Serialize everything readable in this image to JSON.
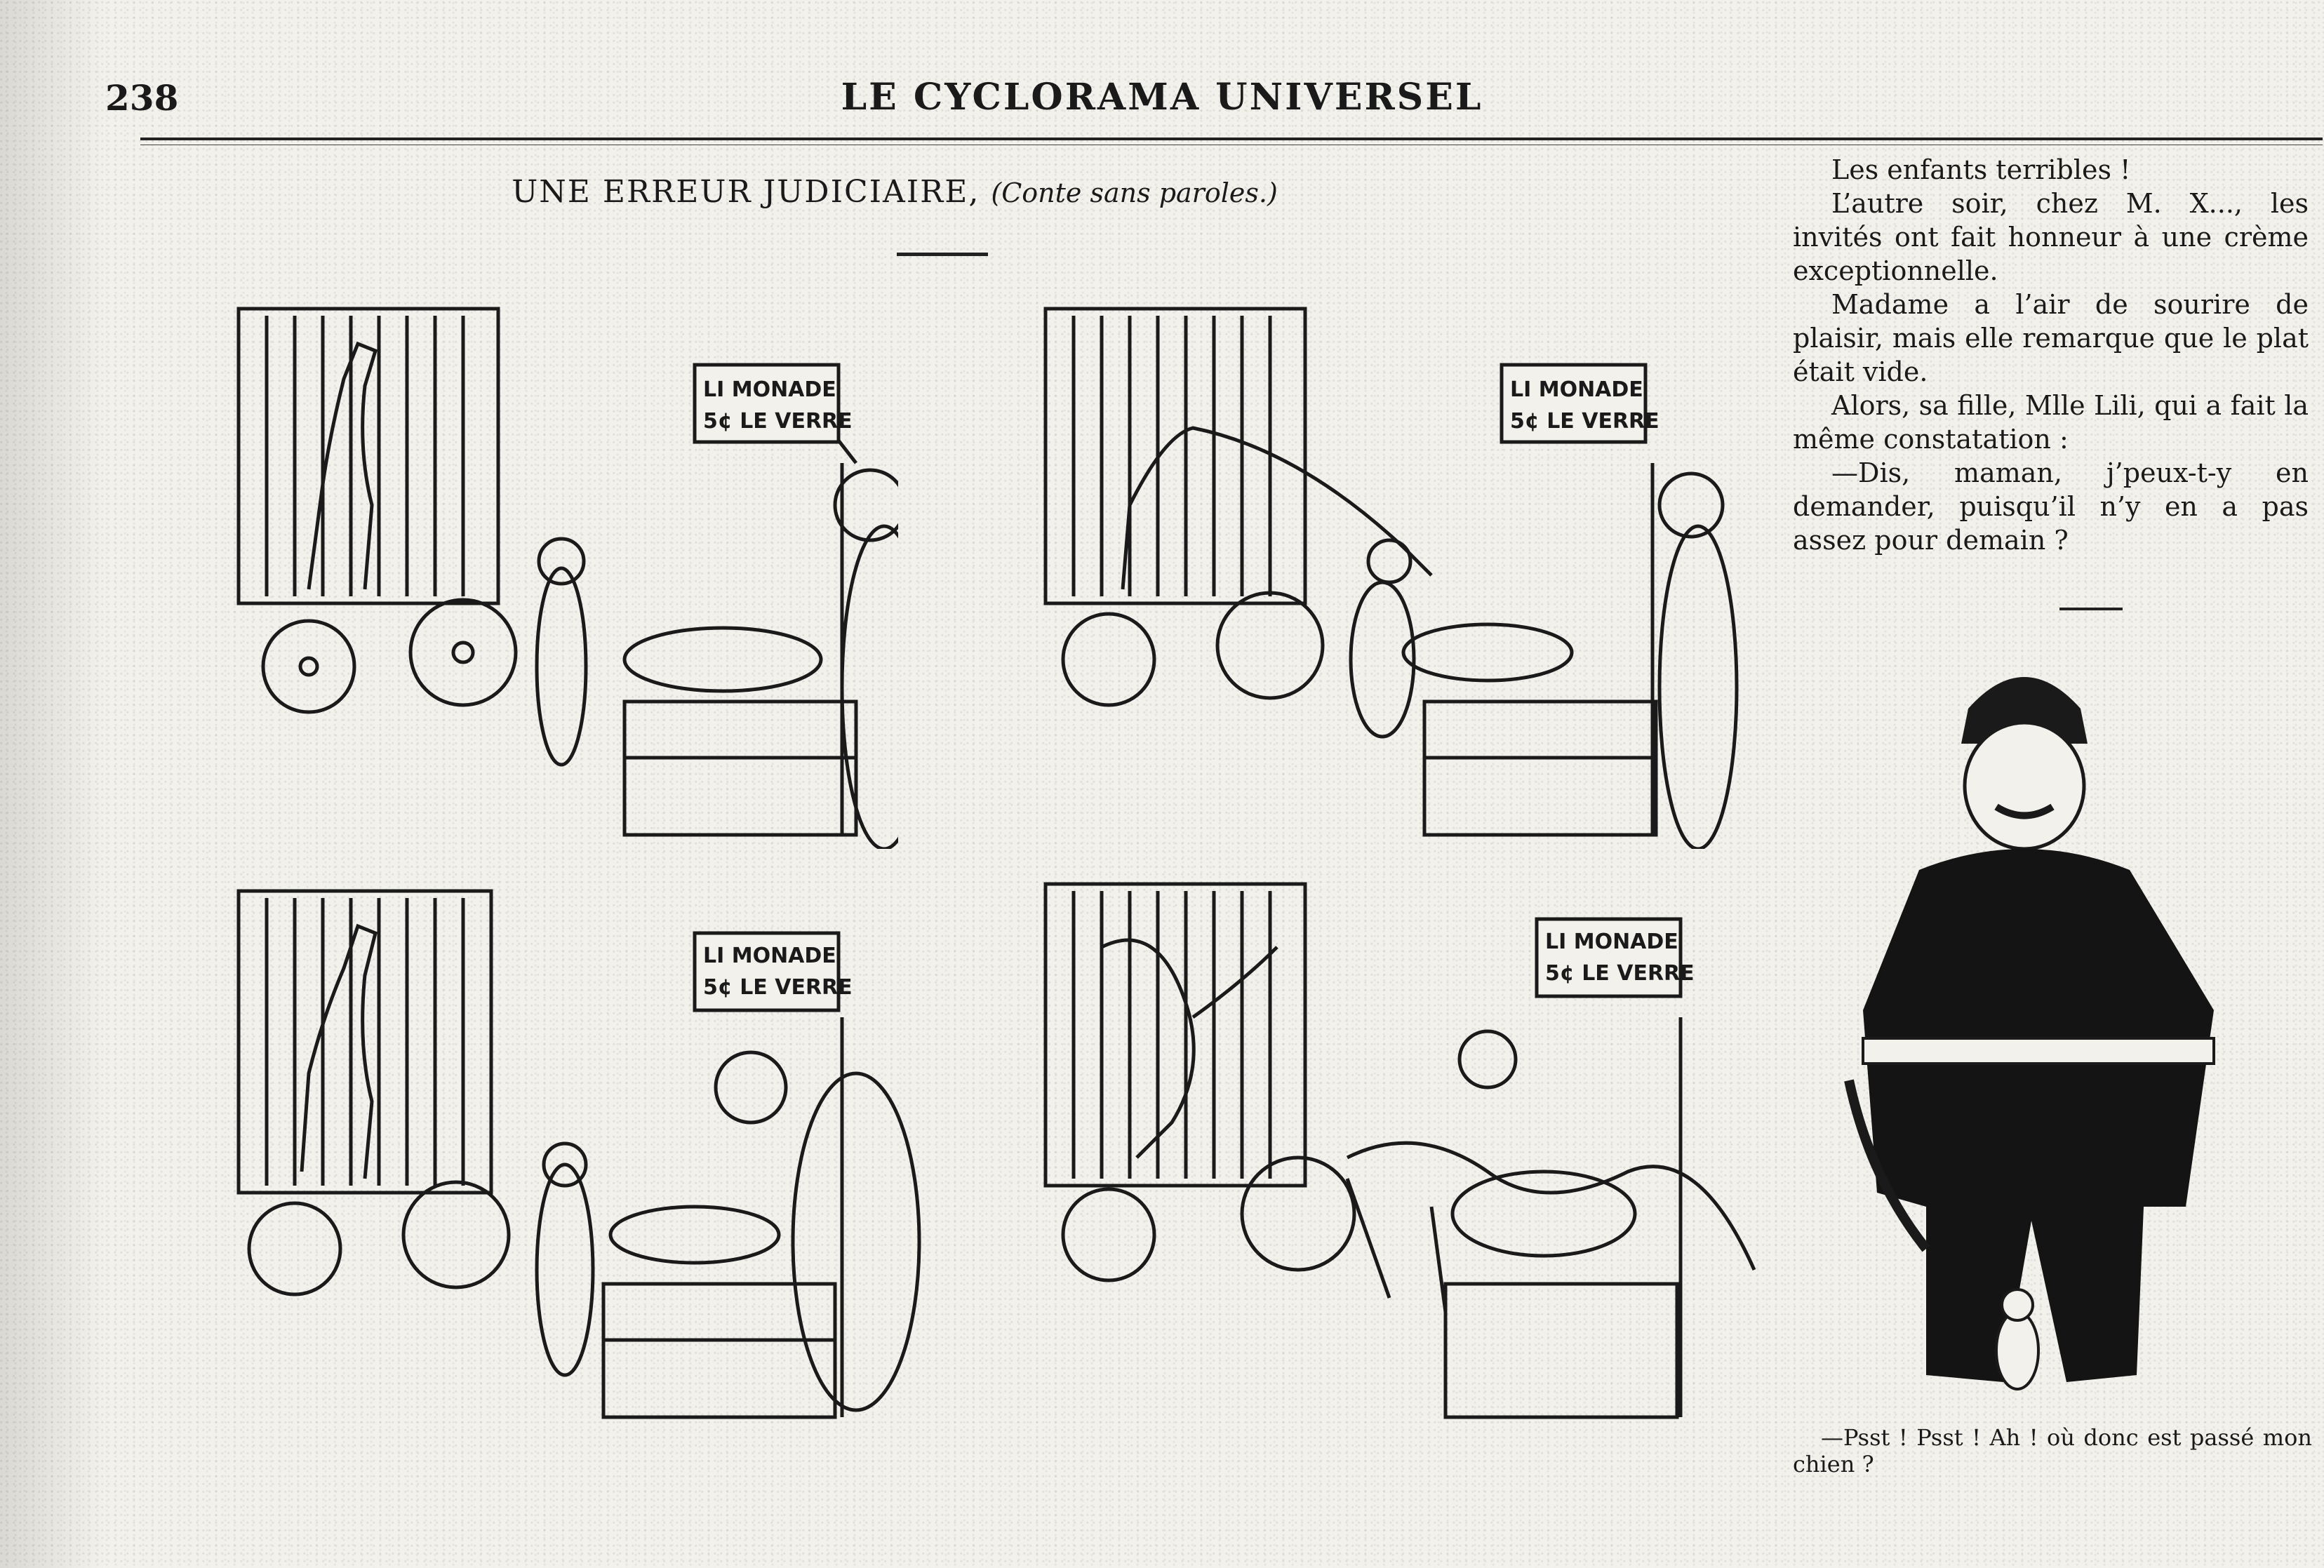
{
  "header": {
    "page_number": "238",
    "journal_title": "LE CYCLORAMA UNIVERSEL"
  },
  "comic": {
    "title": "UNE ERREUR JUDICIAIRE,",
    "subtitle": "(Conte sans paroles.)",
    "sign_line1": "LI MONADE",
    "sign_line2": "5¢ LE VERRE"
  },
  "article": {
    "paragraphs": [
      "Les enfants terribles !",
      "L’autre soir, chez M. X..., les invités ont fait honneur à une crème exceptionnelle.",
      "Madame a l’air de sourire de plaisir, mais elle remarque que le plat était vide.",
      "Alors, sa fille, Mlle Lili, qui a fait la même constatation :",
      "—Dis, maman, j’peux-t-y en demander, puisqu’il n’y en a pas assez pour demain ?"
    ]
  },
  "cartoon": {
    "caption": "—Psst ! Psst ! Ah ! où donc est passé mon chien ?"
  },
  "colors": {
    "ink": "#1a1a1a",
    "paper": "#f3f1ec"
  }
}
